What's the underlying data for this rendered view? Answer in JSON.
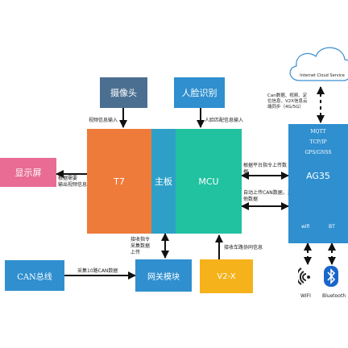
{
  "colors": {
    "camera": "#4b6f91",
    "face": "#2f8fcf",
    "t7": "#ef7b3b",
    "mainboard": "#2ea0c8",
    "mcu": "#21c2a0",
    "display": "#e86c93",
    "can_bus": "#2f8fcf",
    "gateway": "#2f8fcf",
    "v2x": "#f5b21b",
    "ag35": "#2f8fcf",
    "cloud_stroke": "#3a8fd0"
  },
  "blocks": {
    "camera": "摄像头",
    "face_recognition": "人脸识别",
    "t7": "T7",
    "mainboard": "主板",
    "mcu": "MCU",
    "display": "显示屏",
    "can_bus": "CAN总线",
    "gateway": "网关模块",
    "v2x": "V2-X",
    "ag35": {
      "mqtt": "MQTT",
      "tcpip": "TCP/IP",
      "gps": "GPS/GNSS",
      "name": "AG35",
      "wifi": "wifi",
      "bt": "BT"
    }
  },
  "cloud": {
    "label": "Internet Cloud Service"
  },
  "labels": {
    "video_input": "视频信息输入",
    "face_match_input": "人脸匹配信息输入",
    "display_output": "根据需要\n输出视频信息",
    "cloud_data": "Can数据、视频、定\n位信息、V2X信息云\n端同步（4G/5G）",
    "platform_cmd": "根据平台指令上传数\n据",
    "auto_upload": "自动上传CAN数据，其\n他数据",
    "receive_cmd": "接收指令\n采集数据\n上传",
    "collect_can": "采集10路CAN数据",
    "receive_road": "接收车路协同信息"
  },
  "icons": {
    "wifi": {
      "name": "wifi-icon",
      "caption": "WIFI"
    },
    "bluetooth": {
      "name": "bluetooth-icon",
      "caption": "Bluetooth"
    }
  }
}
